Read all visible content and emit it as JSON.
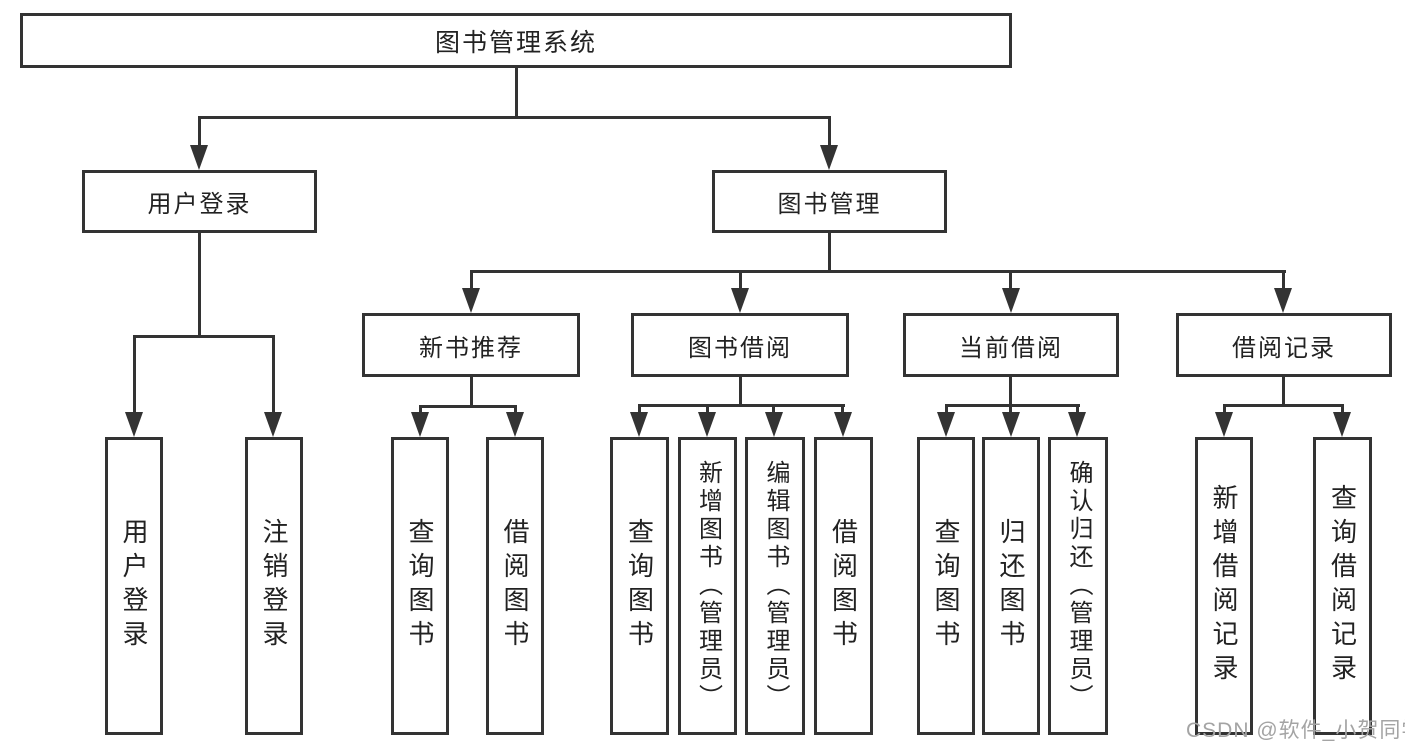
{
  "diagram": {
    "type": "hierarchy-tree",
    "orientation": "top-down"
  },
  "hierarchy": {
    "root": {
      "label": "图书管理系统",
      "children": [
        {
          "label": "用户登录",
          "children": [
            {
              "label": "用户登录"
            },
            {
              "label": "注销登录"
            }
          ]
        },
        {
          "label": "图书管理",
          "children": [
            {
              "label": "新书推荐",
              "children": [
                {
                  "label": "查询图书"
                },
                {
                  "label": "借阅图书"
                }
              ]
            },
            {
              "label": "图书借阅",
              "children": [
                {
                  "label": "查询图书"
                },
                {
                  "label": "新增图书（管理员）"
                },
                {
                  "label": "编辑图书（管理员）"
                },
                {
                  "label": "借阅图书"
                }
              ]
            },
            {
              "label": "当前借阅",
              "children": [
                {
                  "label": "查询图书"
                },
                {
                  "label": "归还图书"
                },
                {
                  "label": "确认归还（管理员）"
                }
              ]
            },
            {
              "label": "借阅记录",
              "children": [
                {
                  "label": "新增借阅记录"
                },
                {
                  "label": "查询借阅记录"
                }
              ]
            }
          ]
        }
      ]
    }
  },
  "watermark": {
    "text": "CSDN @软件_小贺同学"
  },
  "colors": {
    "line": "#333333",
    "text": "#222222",
    "node_background": "#ffffff",
    "page_background": "#ffffff",
    "watermark": "#a4a4a4"
  }
}
